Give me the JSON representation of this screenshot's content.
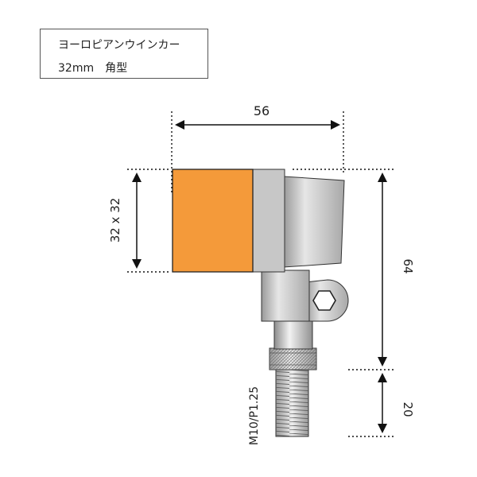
{
  "title": {
    "name": "ヨーロピアンウインカー",
    "spec": "32mm　角型"
  },
  "dimensions": {
    "width": "56",
    "lens": "32 x 32",
    "height": "64",
    "thread_length": "20",
    "thread": "M10/P1.25"
  },
  "colors": {
    "lens": "#f49a3a",
    "body": "#c8c8c8",
    "line": "#111111"
  }
}
